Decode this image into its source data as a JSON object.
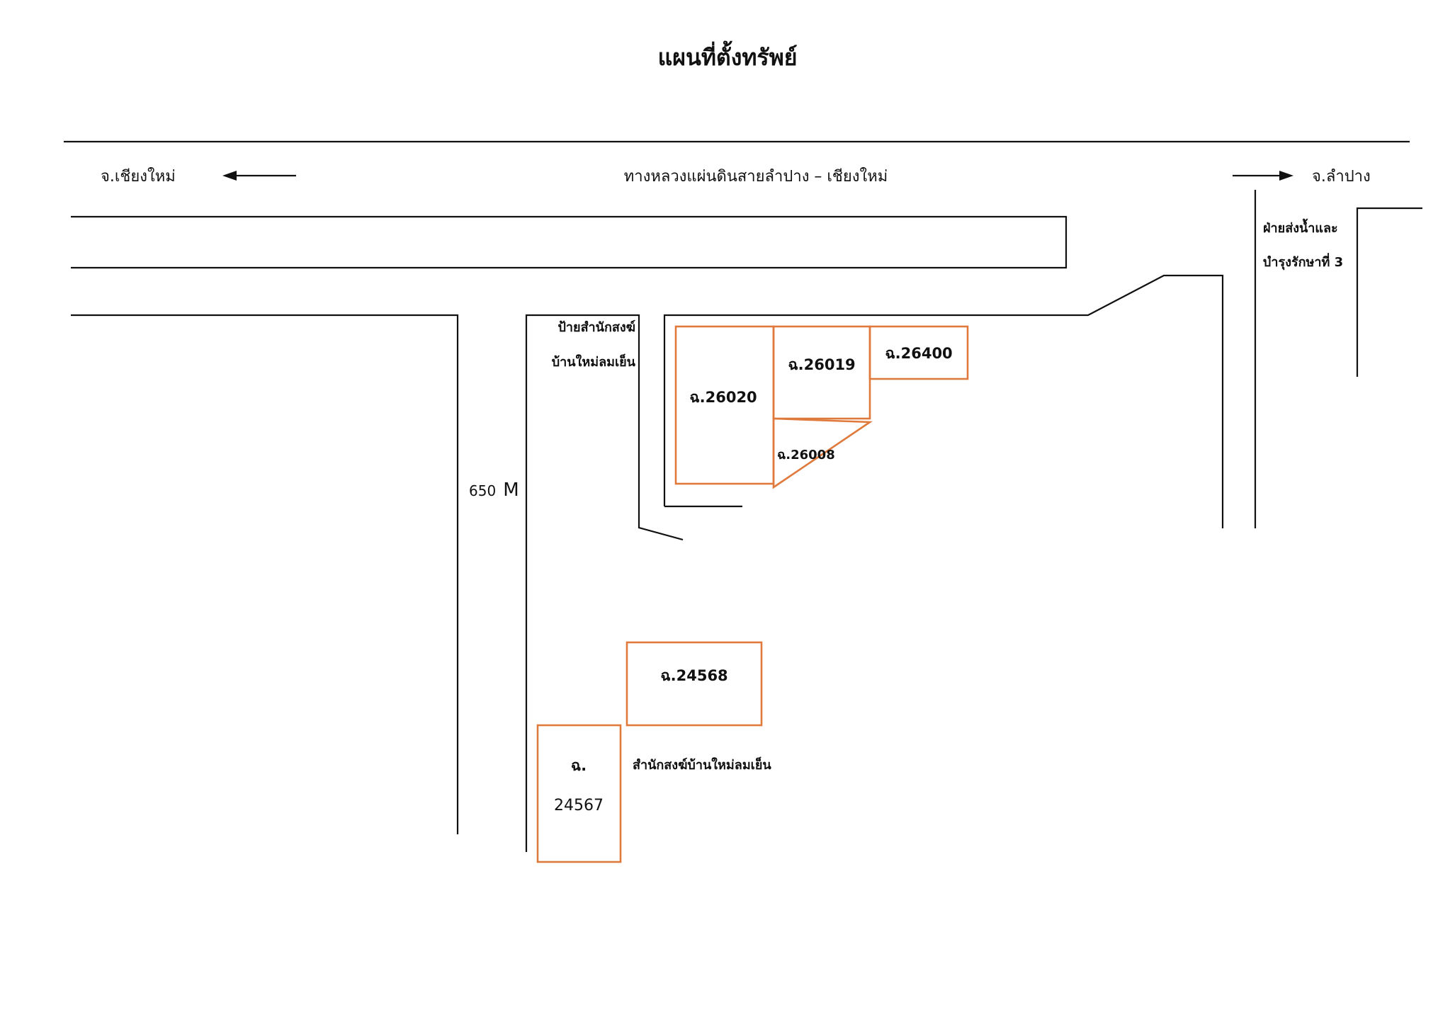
{
  "title": "แผนที่ตั้งทรัพย์",
  "highway": {
    "name": "ทางหลวงแผ่นดินสายลำปาง – เชียงใหม่",
    "left_direction": "จ.เชียงใหม่",
    "right_direction": "จ.ลำปาง"
  },
  "landmarks": {
    "irrigation_line1": "ฝ่ายส่งน้ำและ",
    "irrigation_line2": "บำรุงรักษาที่ 3",
    "sign_line1": "ป้ายสำนักสงฆ์",
    "sign_line2": "บ้านใหม่ลมเย็น",
    "distance_num": "650",
    "distance_unit": "M",
    "temple": "สำนักสงฆ์บ้านใหม่ลมเย็น"
  },
  "plots": {
    "p26020": "ฉ.26020",
    "p26019": "ฉ.26019",
    "p26400": "ฉ.26400",
    "p26008": "ฉ.26008",
    "p24568": "ฉ.24568",
    "p24567_a": "ฉ.",
    "p24567_b": "24567"
  },
  "colors": {
    "plot_outline": "#e07a3c",
    "road_line": "#111111"
  }
}
